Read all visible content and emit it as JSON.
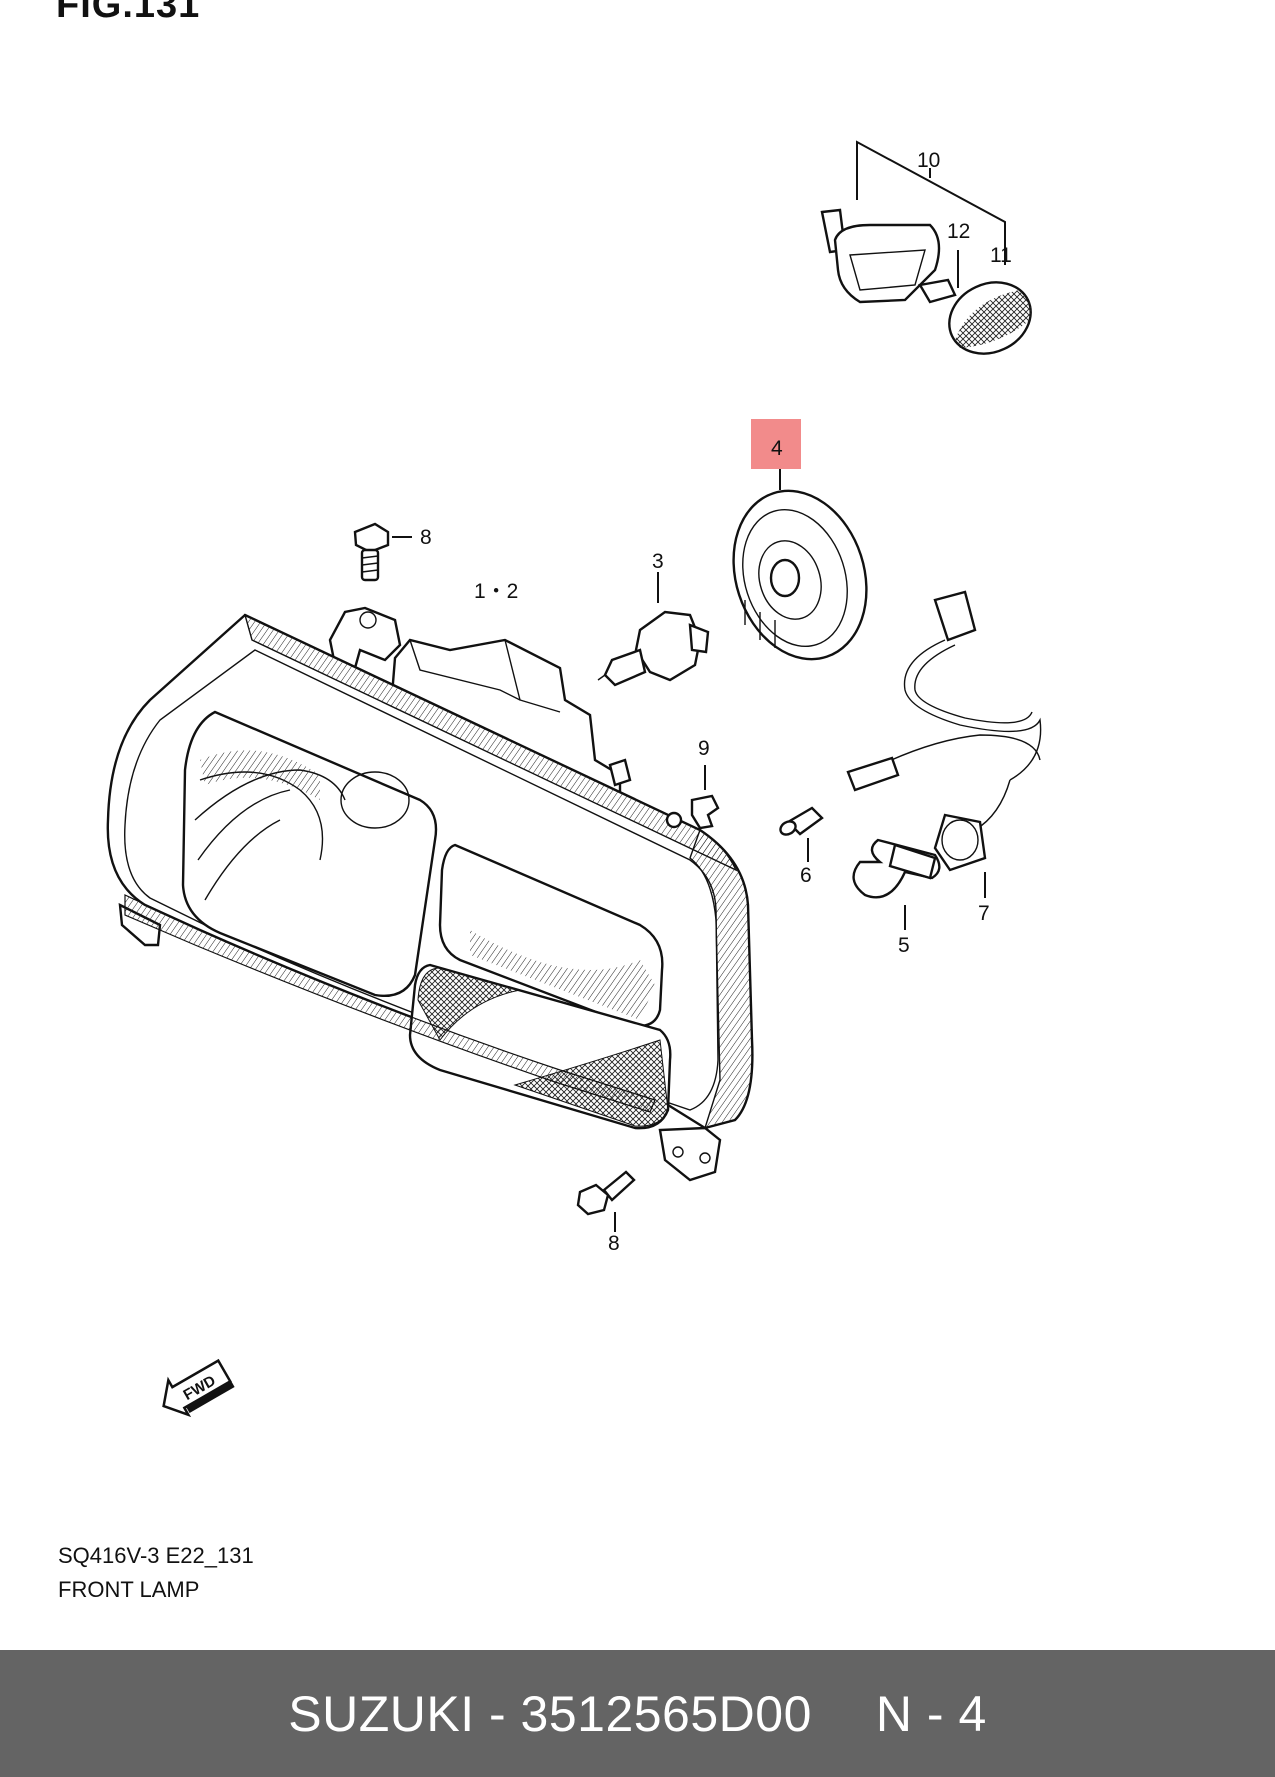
{
  "figure": {
    "title": "FIG.131"
  },
  "callouts": [
    {
      "id": "1-2",
      "text": "1・2"
    },
    {
      "id": "3",
      "text": "3"
    },
    {
      "id": "4",
      "text": "4",
      "highlighted": true
    },
    {
      "id": "5",
      "text": "5"
    },
    {
      "id": "6",
      "text": "6"
    },
    {
      "id": "7",
      "text": "7"
    },
    {
      "id": "8a",
      "text": "8"
    },
    {
      "id": "8b",
      "text": "8"
    },
    {
      "id": "9",
      "text": "9"
    },
    {
      "id": "10",
      "text": "10"
    },
    {
      "id": "11",
      "text": "11"
    },
    {
      "id": "12",
      "text": "12"
    }
  ],
  "fwd_arrow": {
    "text": "FWD"
  },
  "caption": {
    "code": "SQ416V-3 E22_131",
    "name": "FRONT LAMP"
  },
  "footer": {
    "brand_part": "SUZUKI - 3512565D00",
    "ref": "N - 4"
  },
  "colors": {
    "highlight": "#f28b8b",
    "footer_bg": "#646464",
    "footer_text": "#ffffff"
  }
}
